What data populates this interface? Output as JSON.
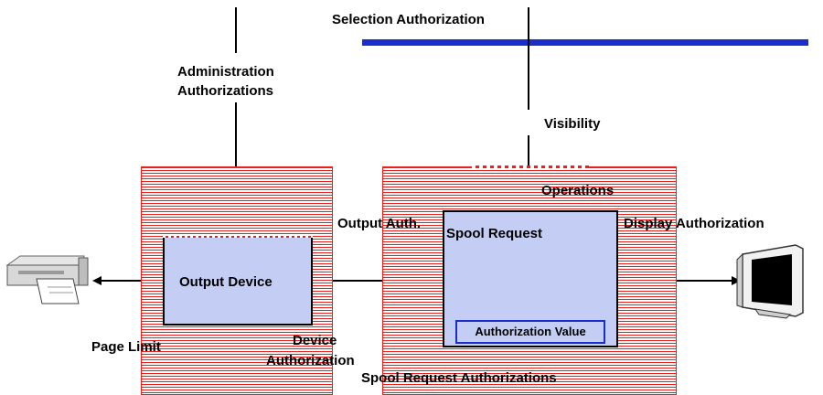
{
  "labels": {
    "selection_authorization": "Selection Authorization",
    "administration_authorizations_line1": "Administration",
    "administration_authorizations_line2": "Authorizations",
    "visibility": "Visibility",
    "operations": "Operations",
    "output_auth": "Output Auth.",
    "spool_request": "Spool Request",
    "display_authorization": "Display Authorization",
    "output_device": "Output Device",
    "authorization_value": "Authorization Value",
    "page_limit": "Page Limit",
    "device_authorization_line1": "Device",
    "device_authorization_line2": "Authorization",
    "spool_request_authorizations": "Spool Request Authorizations"
  },
  "colors": {
    "hatch": "#e8201e",
    "box_fill": "#c4cef5",
    "selection_bar": "#1a2fc9",
    "line": "#000000"
  },
  "icons": {
    "left": "printer-icon",
    "right": "monitor-icon"
  }
}
